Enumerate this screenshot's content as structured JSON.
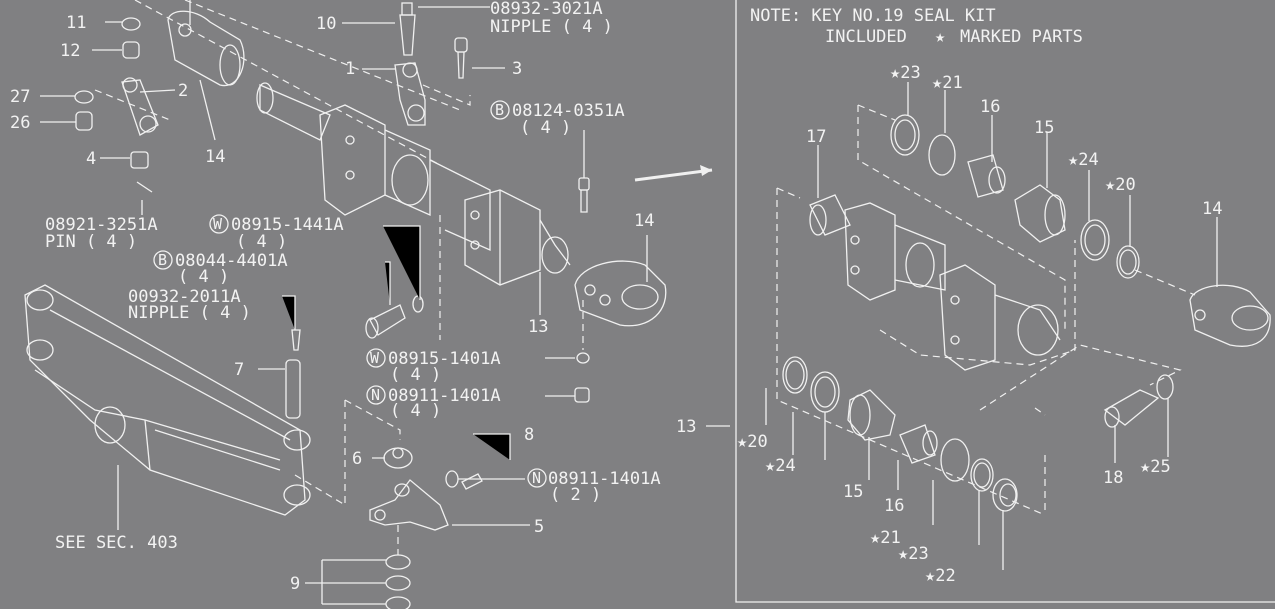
{
  "note": {
    "line1": "NOTE: KEY NO.19 SEAL KIT",
    "line2_a": "INCLUDED",
    "line2_star": "★",
    "line2_b": "MARKED PARTS"
  },
  "left_callouts": {
    "k11": "11",
    "k12": "12",
    "k27": "27",
    "k26": "26",
    "k4": "4",
    "k2": "2",
    "k14a": "14",
    "k10": "10",
    "k1": "1",
    "k3": "3",
    "k14b": "14",
    "k13": "13",
    "k7": "7",
    "k8": "8",
    "k6": "6",
    "k5": "5",
    "k9": "9",
    "k13r": "13"
  },
  "part_numbers": {
    "nipple_top": {
      "code": "08932-3021A",
      "desc": "NIPPLE ( 4 )"
    },
    "bolt_b1": {
      "prefix": "B",
      "code": "08124-0351A",
      "qty": "( 4 )"
    },
    "pin": {
      "code": "08921-3251A",
      "desc": "PIN ( 4 )"
    },
    "washer_w1": {
      "prefix": "W",
      "code": "08915-1441A",
      "qty": "( 4 )"
    },
    "bolt_b2": {
      "prefix": "B",
      "code": "08044-4401A",
      "qty": "( 4 )"
    },
    "nipple_mid": {
      "code": "00932-2011A",
      "desc": "NIPPLE ( 4 )"
    },
    "washer_w2": {
      "prefix": "W",
      "code": "08915-1401A",
      "qty": "( 4 )"
    },
    "nut_n1": {
      "prefix": "N",
      "code": "08911-1401A",
      "qty": "( 4 )"
    },
    "nut_n2": {
      "prefix": "N",
      "code": "08911-1401A",
      "qty": "( 2 )"
    }
  },
  "see_section": "SEE SEC. 403",
  "kit_callouts": {
    "s23a": "★23",
    "s21a": "★21",
    "k16a": "16",
    "k15a": "15",
    "k17": "17",
    "s24a": "★24",
    "s20a": "★20",
    "k14": "14",
    "s20b": "★20",
    "s24b": "★24",
    "k15b": "15",
    "k16b": "16",
    "s21b": "★21",
    "s23b": "★23",
    "s22": "★22",
    "k18": "18",
    "s25": "★25"
  }
}
